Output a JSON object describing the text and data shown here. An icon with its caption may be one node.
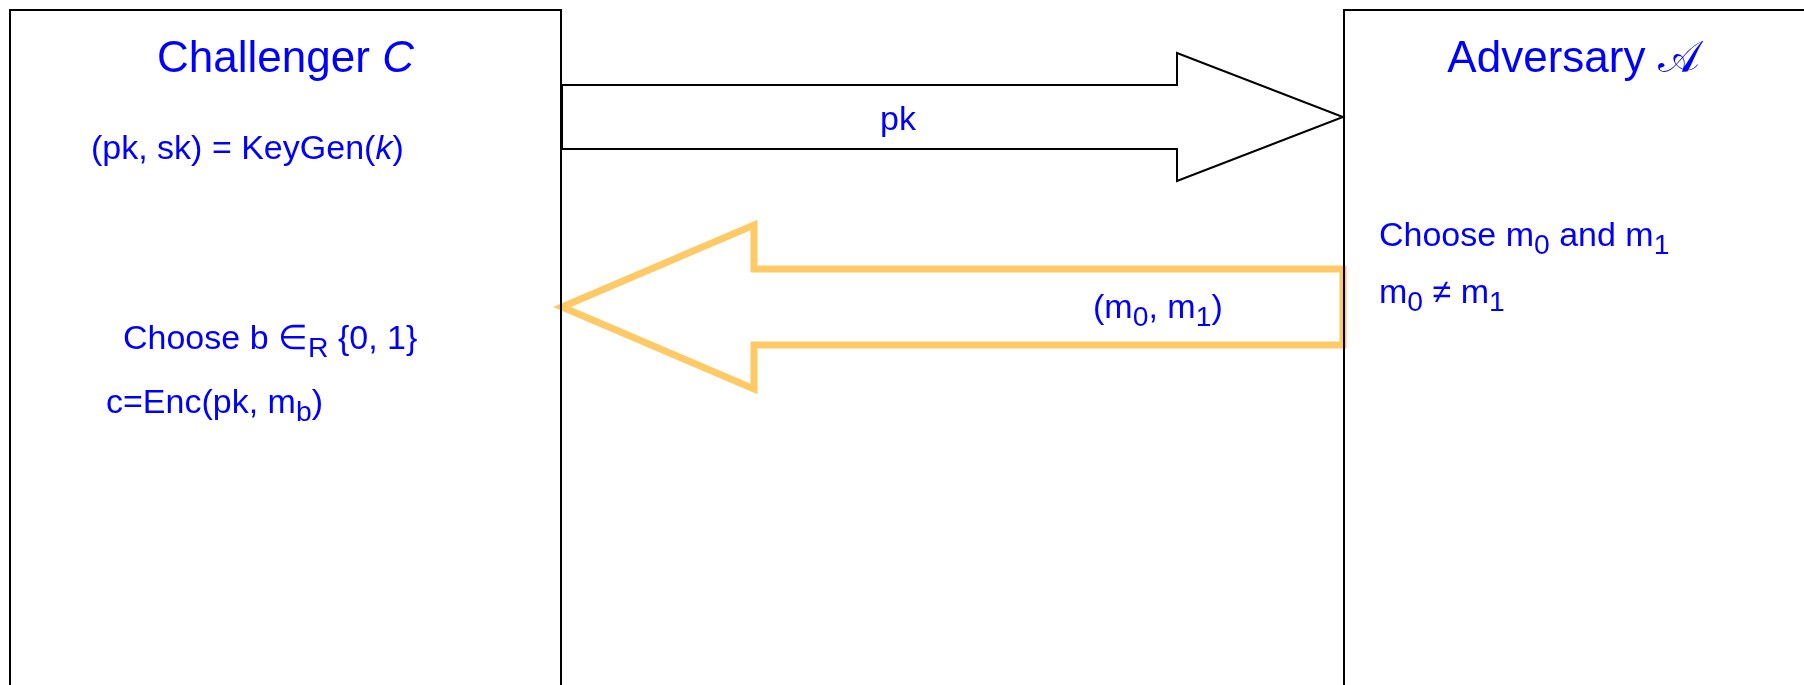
{
  "diagram": {
    "nodes": [
      {
        "text": [
          "Challenger *C*",
          "(pk, sk) = KeyGen(*k*)",
          "Choose b ∈$_{R}$ {0, 1}",
          "c=Enc(pk, m$_{b}$)"
        ]
      },
      {
        "text": [
          "Adversary 𝒜",
          "Choose m$_{0}$ and m$_{1}$",
          "m$_{0}$ ≠ m$_{1}$"
        ]
      }
    ],
    "edges": [
      {
        "from": 0,
        "to": 1,
        "arrow": "to",
        "label": "pk"
      },
      {
        "from": 1,
        "to": 0,
        "arrow": "to",
        "label": "(m$_{0}$, m$_{1}$)",
        "style": "thick",
        "color": "#ffc966"
      }
    ]
  }
}
